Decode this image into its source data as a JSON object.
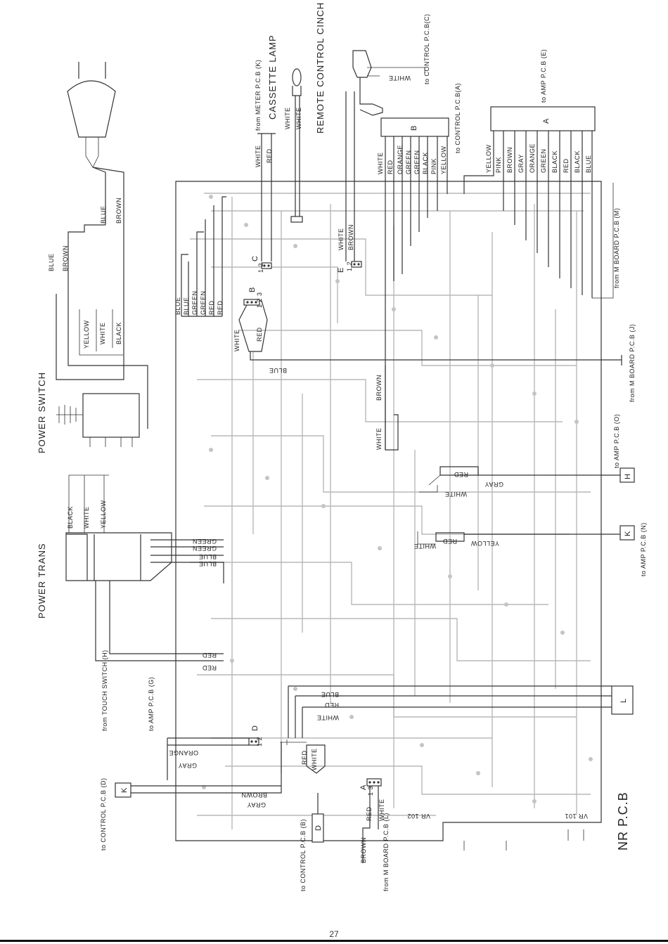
{
  "board": {
    "title": "NR P.C.B",
    "page_number": "27"
  },
  "components": {
    "power_switch": "POWER SWITCH",
    "power_trans": "POWER TRANS",
    "cassette_lamp": "CASSETTE LAMP",
    "remote_control_cinch": "REMOTE CONTROL CINCH"
  },
  "plug_wires": [
    "BLUE",
    "BROWN"
  ],
  "switch_wires_in": [
    "BLUE",
    "BROWN"
  ],
  "switch_wires_out": [
    "YELLOW",
    "WHITE",
    "BLACK"
  ],
  "trans_primary": [
    "BLACK",
    "WHITE",
    "YELLOW"
  ],
  "trans_secondary": [
    "GREEN",
    "GREEN",
    "BLUE",
    "BLUE"
  ],
  "trans_red": [
    "RED",
    "RED"
  ],
  "connector_B_wires": [
    "BLUE",
    "BLUE",
    "GREEN",
    "GREEN",
    "RED",
    "RED"
  ],
  "connector_B_labels": {
    "letter": "B",
    "pins": "1 2 3",
    "white": "WHITE",
    "red": "RED"
  },
  "blue_return": "BLUE",
  "meter": {
    "label": "from METER P.C.B (K)",
    "wires": [
      "WHITE",
      "RED"
    ]
  },
  "lamp_wires": [
    "WHITE",
    "WHITE"
  ],
  "connector_C": {
    "letter": "C",
    "pins": "1 2"
  },
  "connector_E": {
    "letter": "E",
    "pins": "1 2",
    "wires": [
      "WHITE",
      "BROWN"
    ]
  },
  "remote_white": "WHITE",
  "to_control_c": "to CONTROL P.C.B(C)",
  "to_control_a": "to CONTROL P.C.B(A)",
  "block_B": {
    "letter": "B",
    "wires": [
      "WHITE",
      "RED",
      "ORANGE",
      "GREEN",
      "GREEN",
      "BLACK",
      "PINK",
      "YELLOW"
    ]
  },
  "block_A": {
    "letter": "A",
    "wires": [
      "YELLOW",
      "PINK",
      "BROWN",
      "GRAY",
      "ORANGE",
      "GREEN",
      "BLACK",
      "RED",
      "BLACK",
      "BLUE"
    ]
  },
  "to_amp_e": "to AMP P.C.B (E)",
  "from_m_board_m": "from M BOARD P.C.B (M)",
  "from_m_board_j": "from M BOARD P.C.B (J)",
  "brown_white": [
    "BROWN",
    "WHITE"
  ],
  "connector_H": {
    "letter": "H",
    "wires": [
      "RED",
      "GRAY",
      "WHITE"
    ],
    "label": "to AMP P.C.B (O)"
  },
  "connector_K_right": {
    "letter": "K",
    "wires": [
      "RED",
      "YELLOW",
      "WHITE"
    ],
    "label": "to AMP P.C.B (N)"
  },
  "connector_L": {
    "letter": "L",
    "wires": [
      "BLUE",
      "RED",
      "WHITE"
    ],
    "label": "to AMP P.C.B (G)"
  },
  "connector_D": {
    "letter": "D",
    "pins": "1 2",
    "wires": [
      "GRAY",
      "ORANGE"
    ],
    "label": "from TOUCH SWITCH (H)"
  },
  "red_white": [
    "RED",
    "WHITE"
  ],
  "connector_K_left": {
    "letter": "K",
    "wires": [
      "BROWN",
      "GRAY"
    ],
    "label": "to CONTROL P.C.B (D)"
  },
  "connector_A": {
    "letter": "A",
    "pins": "1 3",
    "wires": [
      "RED",
      "WHITE"
    ]
  },
  "connector_D_bottom": {
    "letter": "D",
    "wire": "BROWN",
    "label": "to CONTROL P.C.B (B)"
  },
  "m_board_l": "from M BOARD P.C.B (L)",
  "vr_labels": [
    "VR 102",
    "VR 101"
  ]
}
